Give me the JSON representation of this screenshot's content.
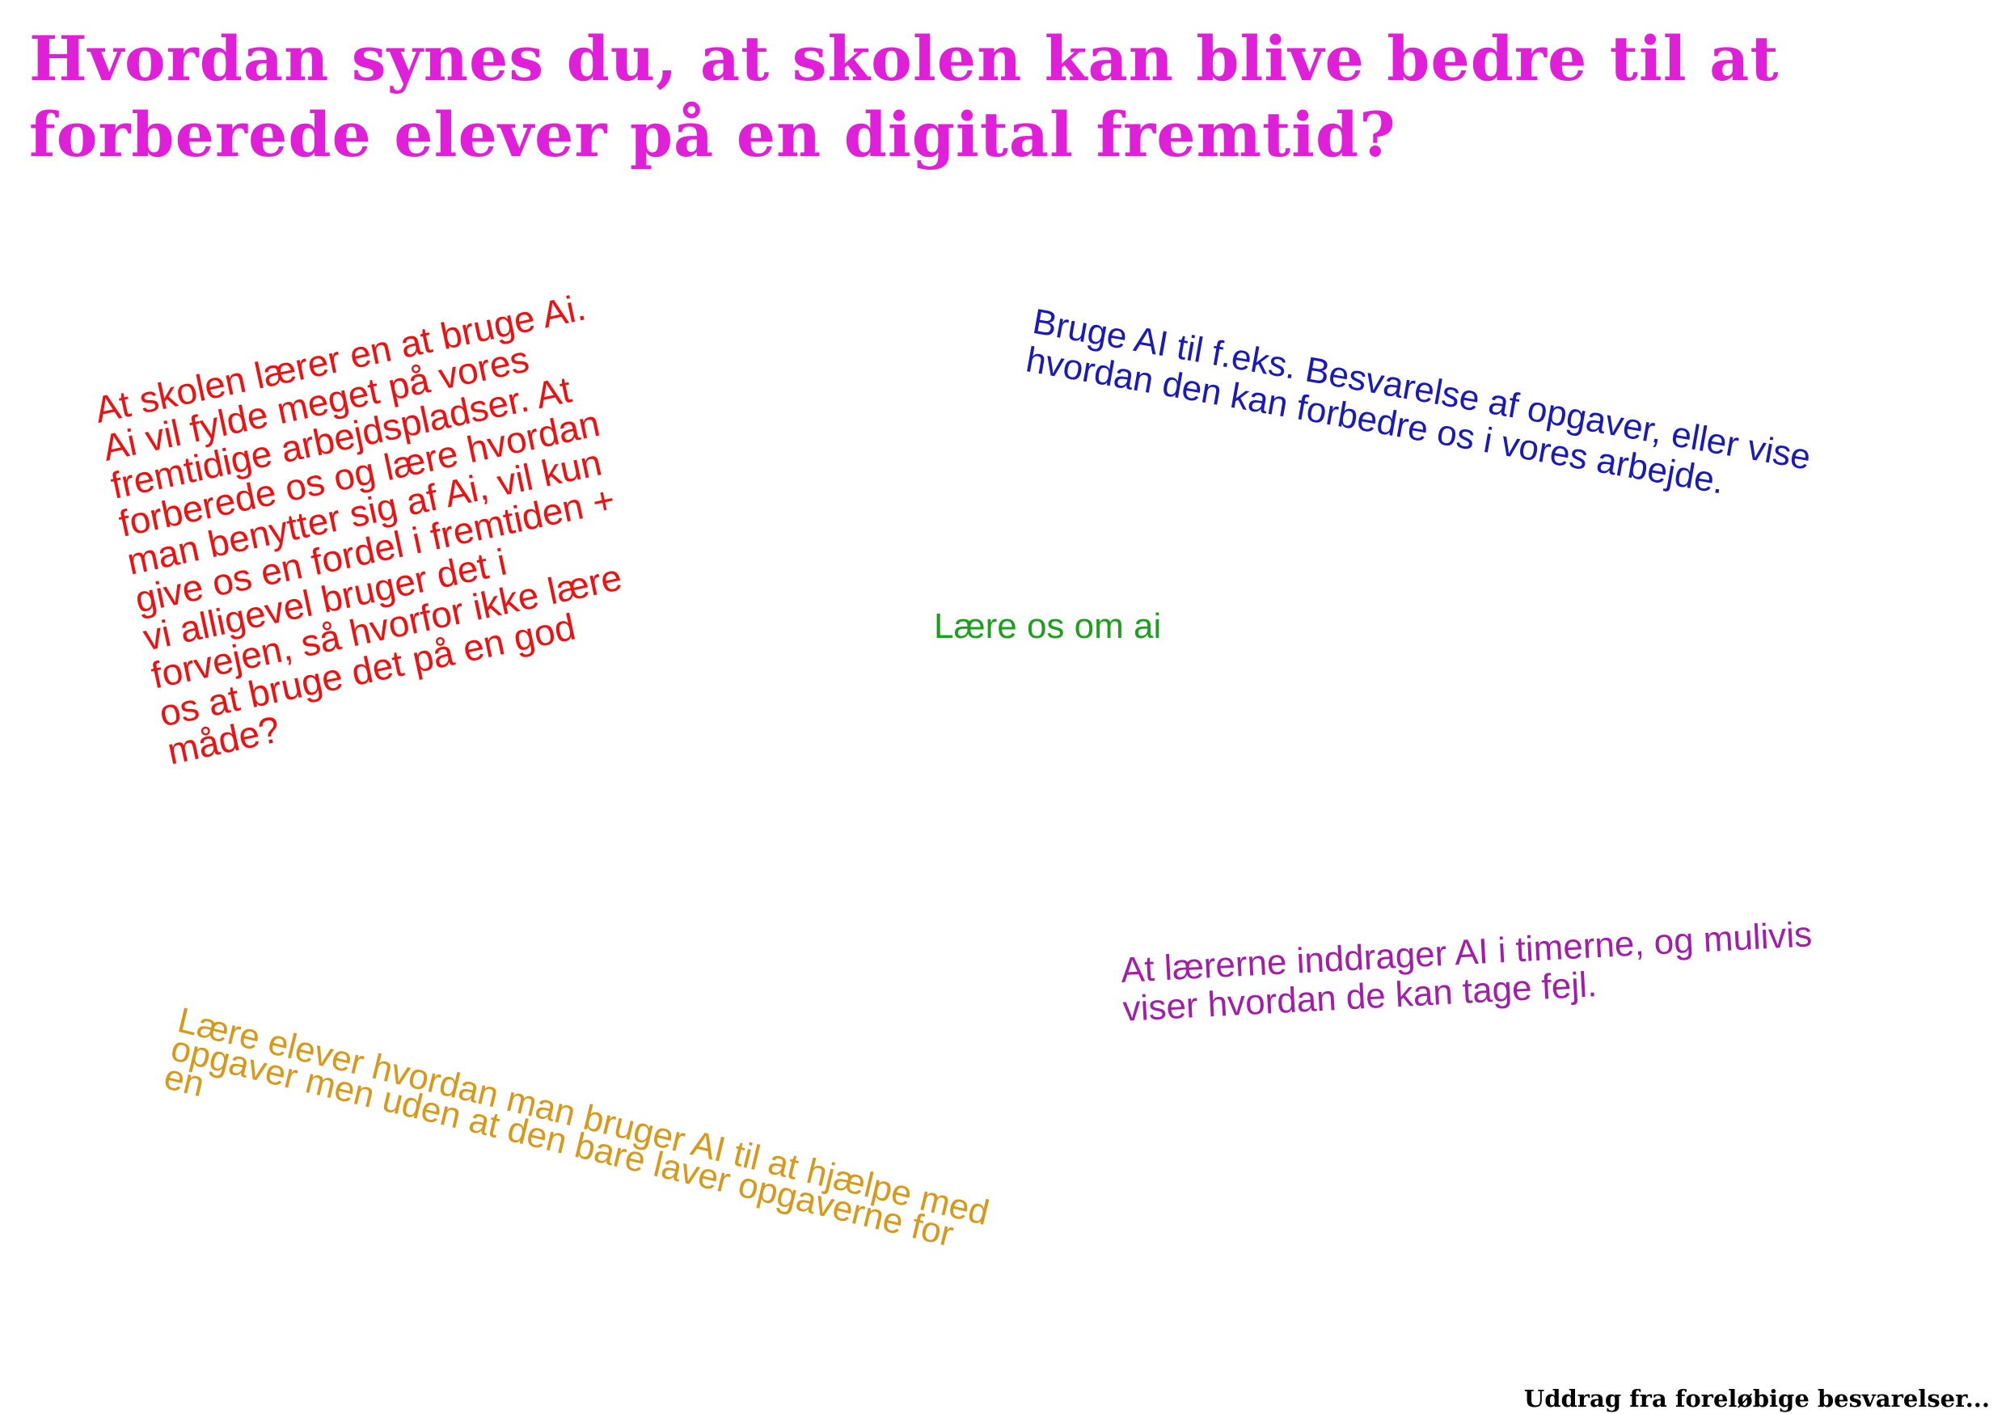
{
  "title": {
    "lines": [
      "Hvordan synes du, at skolen kan blive bedre til at",
      "forberede elever på en digital fremtid?"
    ]
  },
  "answers": {
    "red": {
      "color": "#ee1111",
      "lines": [
        "At skolen lærer en at bruge Ai.",
        "Ai vil fylde meget på vores",
        "fremtidige arbejdspladser. At",
        "forberede os og lære hvordan",
        "man benytter sig af Ai, vil kun",
        "give os en fordel i fremtiden +",
        "vi alligevel bruger det i",
        "forvejen, så hvorfor ikke lære",
        "os at bruge det på en god",
        "måde?"
      ]
    },
    "blue": {
      "color": "#1a1ab8",
      "lines": [
        "Bruge AI til f.eks. Besvarelse af opgaver, eller vise",
        "hvordan den kan forbedre os i vores arbejde."
      ]
    },
    "green": {
      "color": "#1e9e1e",
      "lines": [
        "Lære os om ai"
      ]
    },
    "purple": {
      "color": "#a21ea8",
      "lines": [
        "At lærerne inddrager AI i timerne, og mulivis",
        "viser hvordan de kan tage fejl."
      ]
    },
    "orange": {
      "color": "#d8981a",
      "lines": [
        "Lære elever hvordan man bruger AI til at hjælpe med",
        "opgaver men uden at den bare laver opgaverne for",
        "en"
      ]
    }
  },
  "footer": {
    "text": "Uddrag fra foreløbige besvarelser..."
  }
}
